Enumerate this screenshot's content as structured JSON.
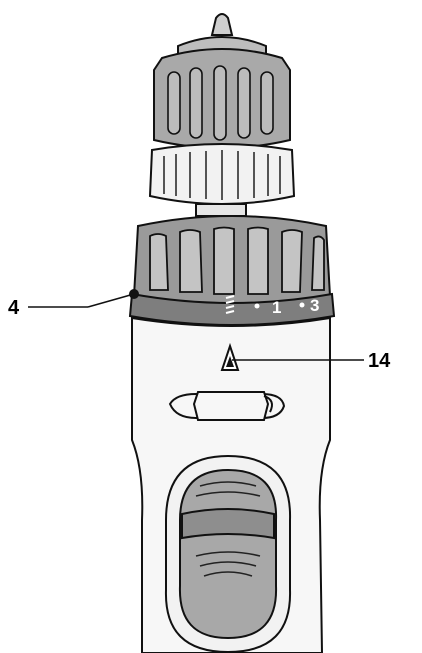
{
  "callouts": [
    {
      "label": "4",
      "target": "torque-setting-ring-marker"
    },
    {
      "label": "14",
      "target": "position-indicator-arrow"
    }
  ],
  "torque_ring": {
    "scale_labels": [
      "1",
      "3"
    ]
  },
  "colors": {
    "chuck": "#a9a9a9",
    "chuck_dark": "#8e8e8e",
    "ring": "#9a9a9a",
    "ring_band": "#7e7e7e",
    "housing": "#f7f7f7",
    "switch": "#a8a8a8",
    "outline": "#111111"
  }
}
